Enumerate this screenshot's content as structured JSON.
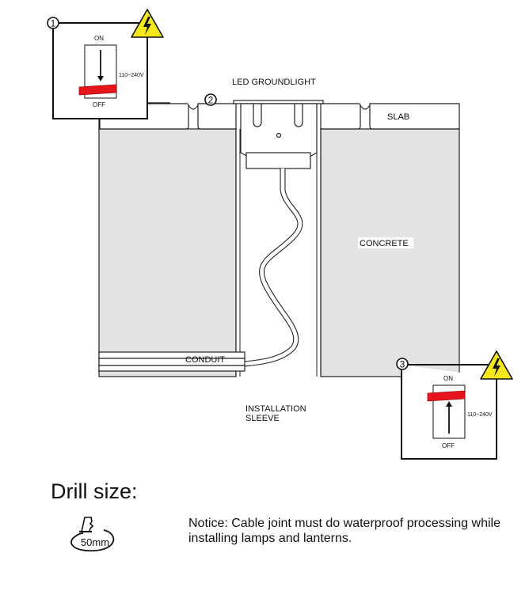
{
  "diagram": {
    "labels": {
      "groundlight": "LED GROUNDLIGHT",
      "slab": "SLAB",
      "concrete": "CONCRETE",
      "conduit": "CONDUIT",
      "sleeve_line1": "INSTALLATION",
      "sleeve_line2": "SLEEVE"
    },
    "steps": [
      {
        "number": "1",
        "switch_top": "ON",
        "switch_bottom": "OFF",
        "voltage": "110~240V",
        "switch_state": "OFF",
        "arrow": "down"
      },
      {
        "number": "2"
      },
      {
        "number": "3",
        "switch_top": "ON",
        "switch_bottom": "OFF",
        "voltage": "110~240V",
        "switch_state": "ON",
        "arrow": "up"
      }
    ],
    "warning_icon": "high-voltage-icon",
    "colors": {
      "concrete": "#e3e3e3",
      "switch": "#e8141c",
      "warning": "#f5e81c"
    }
  },
  "drill": {
    "title": "Drill size:",
    "size": "50mm",
    "icon": "drill-bit-icon"
  },
  "notice": {
    "text": "Notice:  Cable joint must do waterproof processing while installing lamps and lanterns."
  }
}
